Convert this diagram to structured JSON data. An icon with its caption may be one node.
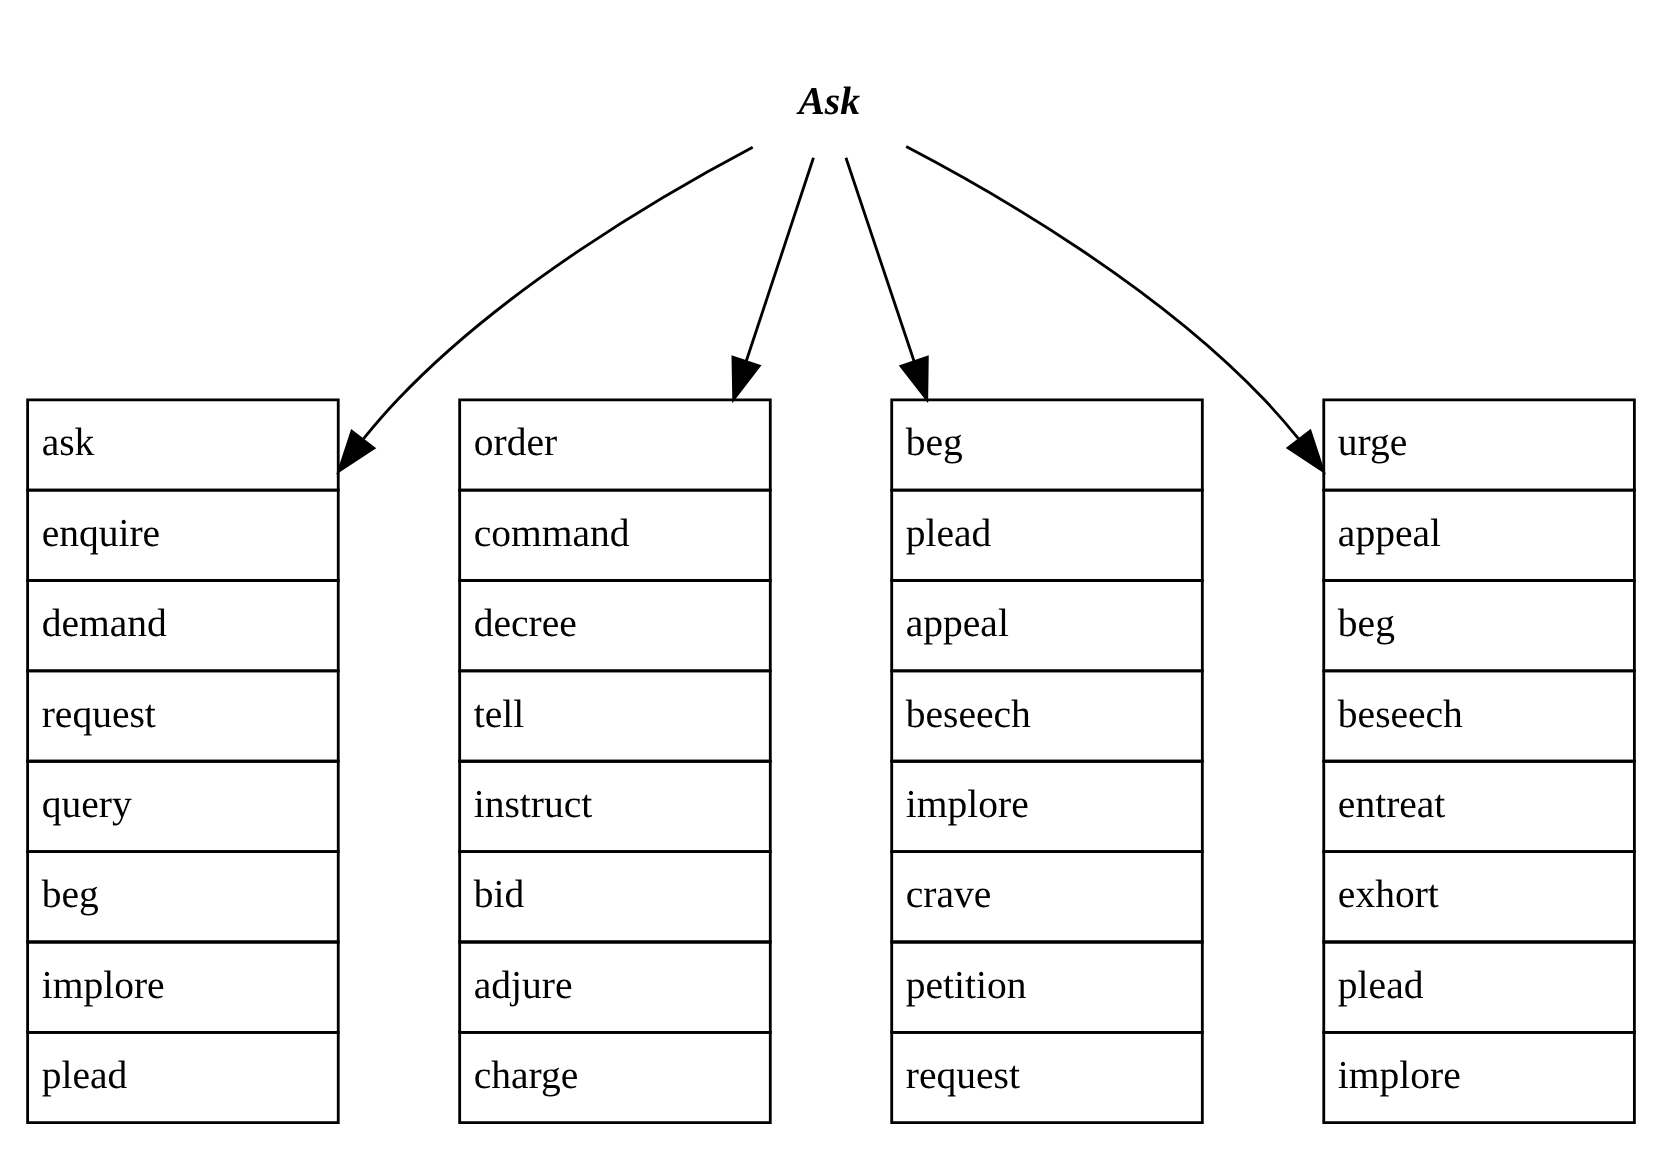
{
  "diagram": {
    "nodes": [
      {
        "text": [
          "Ask"
        ]
      },
      {
        "text": [
          "ask",
          "enquire",
          "demand",
          "request",
          "query",
          "beg",
          "implore",
          "plead"
        ]
      },
      {
        "text": [
          "order",
          "command",
          "decree",
          "tell",
          "instruct",
          "bid",
          "adjure",
          "charge"
        ]
      },
      {
        "text": [
          "beg",
          "plead",
          "appeal",
          "beseech",
          "implore",
          "crave",
          "petition",
          "request"
        ]
      },
      {
        "text": [
          "urge",
          "appeal",
          "beg",
          "beseech",
          "entreat",
          "exhort",
          "plead",
          "implore"
        ]
      }
    ],
    "edges": [
      {
        "from": 0,
        "to": 1,
        "arrow": "to"
      },
      {
        "from": 0,
        "to": 2,
        "arrow": "to"
      },
      {
        "from": 0,
        "to": 3,
        "arrow": "to"
      },
      {
        "from": 0,
        "to": 4,
        "arrow": "to"
      }
    ]
  }
}
